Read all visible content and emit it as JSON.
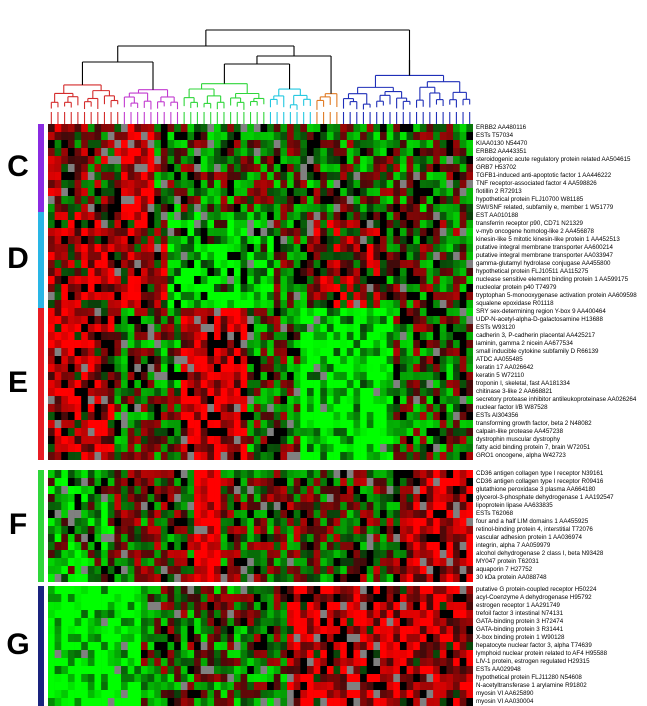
{
  "chart_data": {
    "type": "heatmap",
    "colors": {
      "up": "#ff2020",
      "down": "#10ff10",
      "neutral": "#000000",
      "missing": "#808080"
    },
    "dendrogram_colors": [
      "#d42b2b",
      "#c23ad0",
      "#2fd63a",
      "#22c7e0",
      "#e07a22",
      "#1f2fb8"
    ],
    "panels": [
      {
        "letter": "C",
        "bar_color": "#8a2be2",
        "genes": [
          "ERBB2 AA480116",
          "ESTs T57034",
          "KIAA0130 N54470",
          "ERBB2 AA443351",
          "steroidogenic acute regulatory protein related AA504615",
          "GRB7 H53702",
          "TGFB1-induced anti-apoptotic factor 1 AA446222",
          "TNF receptor-associated factor 4 AA598826",
          "flotillin 2 R72913",
          "hypothetical protein FLJ10700 W81185",
          "SWI/SNF related, subfamily e, member 1 W51779"
        ]
      },
      {
        "letter": "D",
        "bar_color": "#29b6e6",
        "genes": [
          "EST AA010188",
          "transferrin receptor p90, CD71 N21329",
          "v-myb oncogene homolog-like 2 AA456878",
          "kinesin-like 5 mitotic kinesin-like protein 1 AA452513",
          "putative integral membrane transporter AA600214",
          "putative integral membrane transporter AA033947",
          "gamma-glutamyl hydrolase conjugase AA455800",
          "hypothetical protein FLJ10511 AA115275",
          "nuclease sensitive element binding protein 1 AA599175",
          "nucleolar protein p40 T74979",
          "tryptophan 5-monooxygenase activation protein AA609598",
          "squalene epoxidase R01118"
        ]
      },
      {
        "letter": "E",
        "bar_color": "#e81c24",
        "genes": [
          "SRY sex-determining region Y-box 9 AA400464",
          "UDP-N-acetyl-alpha-D-galactosamine H13688",
          "ESTs W93120",
          "cadherin 3, P-cadherin placental AA425217",
          "laminin, gamma 2 nicein AA677534",
          "small inducible cytokine subfamily D R66139",
          "ATDC AA055485",
          "keratin 17 AA026642",
          "keratin 5 W72110",
          "troponin I, skeletal, fast AA181334",
          "chitinase 3-like 2 AA668821",
          "secretory protease inhibitor antileukoproteinase AA026264",
          "nuclear factor I/B W87528",
          "ESTs AI304356",
          "transforming growth factor, beta 2 N48082",
          "calpain-like protease AA457238",
          "dystrophin muscular dystrophy",
          "fatty acid binding protein 7, brain W72051",
          "GRO1 oncogene, alpha W42723"
        ]
      },
      {
        "letter": "F",
        "bar_color": "#2fd63a",
        "genes": [
          "CD36 antigen collagen type I receptor N39161",
          "CD36 antigen collagen type I receptor R09416",
          "glutathione peroxidase 3 plasma AA664180",
          "glycerol-3-phosphate dehydrogenase 1 AA192547",
          "lipoprotein lipase AA633835",
          "ESTs T62068",
          "four and a half LIM domains 1 AA455925",
          "retinol-binding protein 4, interstitial T72076",
          "vascular adhesion protein 1 AA036974",
          "integrin, alpha 7 AA059979",
          "alcohol dehydrogenase 2 class I, beta N93428",
          "MY047 protein T62031",
          "aquaporin 7 H27752",
          "30 kDa protein AA088748"
        ]
      },
      {
        "letter": "G",
        "bar_color": "#1a237e",
        "genes": [
          "putative G protein-coupled receptor H50224",
          "acyl-Coenzyme A dehydrogenase H95792",
          "estrogen receptor 1 AA291749",
          "trefoil factor 3 intestinal N74131",
          "GATA-binding protein 3 H72474",
          "GATA-binding protein 3 R31441",
          "X-box binding protein 1 W90128",
          "hepatocyte nuclear factor 3, alpha T74639",
          "lymphoid nuclear protein related to AF4 H95588",
          "LIV-1 protein, estrogen regulated H29315",
          "ESTs AA029948",
          "hypothetical protein FLJ11280 N54608",
          "N-acetyltransferase 1 arylamine R91802",
          "myosin VI AA625890",
          "myosin VI AA030004"
        ]
      }
    ]
  }
}
